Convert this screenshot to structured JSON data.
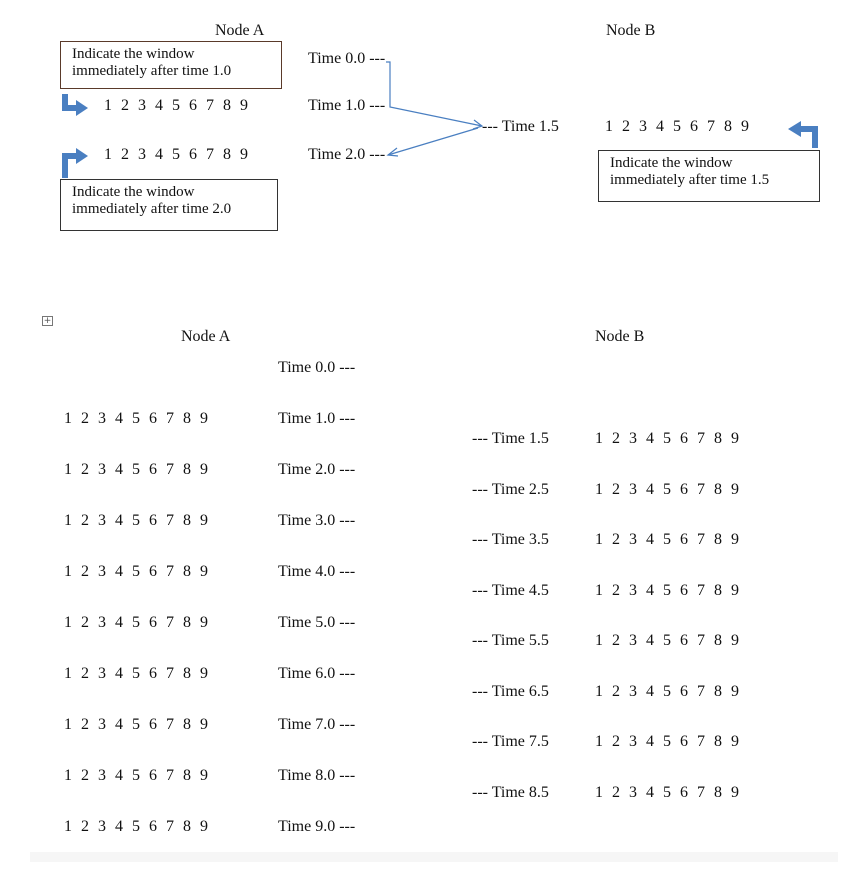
{
  "diagram1": {
    "node_a_title": "Node A",
    "node_b_title": "Node B",
    "box_a1": "Indicate the window immediately after time 1.0",
    "box_a2": "Indicate the window immediately after time 2.0",
    "box_b": "Indicate the window immediately after time 1.5",
    "seq_row1": "1 2 3 4 5 6 7 8 9",
    "seq_row2": "1 2 3 4 5 6 7 8 9",
    "seq_b": "1 2 3 4 5 6 7 8 9",
    "time_a0": "Time 0.0 ---",
    "time_a1": "Time 1.0 ---",
    "time_a2": "Time 2.0 ---",
    "time_b": "--- Time 1.5",
    "arrow_color": "#4a7fc1",
    "marker_color": "#4a7fc1"
  },
  "diagram2": {
    "node_a_title": "Node A",
    "node_b_title": "Node B",
    "time_a0": "Time 0.0 ---",
    "a_rows": [
      {
        "seq": "1 2 3 4 5 6 7 8 9",
        "time": "Time 1.0 ---"
      },
      {
        "seq": "1 2 3 4 5 6 7 8 9",
        "time": "Time 2.0 ---"
      },
      {
        "seq": "1 2 3 4 5 6 7 8 9",
        "time": "Time 3.0 ---"
      },
      {
        "seq": "1 2 3 4 5 6 7 8 9",
        "time": "Time 4.0 ---"
      },
      {
        "seq": "1 2 3 4 5 6 7 8 9",
        "time": "Time 5.0 ---"
      },
      {
        "seq": "1 2 3 4 5 6 7 8 9",
        "time": "Time 6.0 ---"
      },
      {
        "seq": "1 2 3 4 5 6 7 8 9",
        "time": "Time 7.0 ---"
      },
      {
        "seq": "1 2 3 4 5 6 7 8 9",
        "time": "Time 8.0 ---"
      },
      {
        "seq": "1 2 3 4 5 6 7 8 9",
        "time": "Time 9.0 ---"
      }
    ],
    "b_rows": [
      {
        "time": "--- Time 1.5",
        "seq": "1 2 3 4 5 6 7 8 9"
      },
      {
        "time": "--- Time 2.5",
        "seq": "1 2 3 4 5 6 7 8 9"
      },
      {
        "time": "--- Time 3.5",
        "seq": "1 2 3 4 5 6 7 8 9"
      },
      {
        "time": "--- Time 4.5",
        "seq": "1 2 3 4 5 6 7 8 9"
      },
      {
        "time": "--- Time 5.5",
        "seq": "1 2 3 4 5 6 7 8 9"
      },
      {
        "time": "--- Time 6.5",
        "seq": "1 2 3 4 5 6 7 8 9"
      },
      {
        "time": "--- Time 7.5",
        "seq": "1 2 3 4 5 6 7 8 9"
      },
      {
        "time": "--- Time 8.5",
        "seq": "1 2 3 4 5 6 7 8 9"
      }
    ]
  }
}
